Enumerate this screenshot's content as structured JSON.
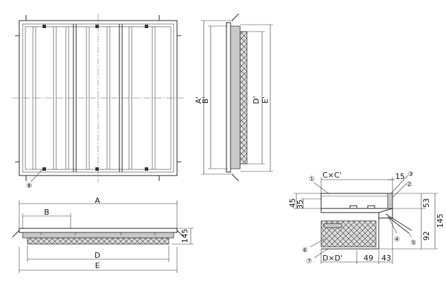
{
  "front_view": {
    "callout_8": "⑧"
  },
  "side_view": {
    "label_A_prime": "A'",
    "label_B_prime": "B'",
    "label_D_prime": "D'",
    "label_E_prime": "E'"
  },
  "bottom_view": {
    "label_A": "A",
    "label_B": "B",
    "label_D": "D",
    "label_E": "E",
    "dim_145": "145"
  },
  "detail": {
    "callouts": [
      "①",
      "②",
      "③",
      "④",
      "⑤",
      "⑥",
      "⑦"
    ],
    "label_CxC": "C×C'",
    "label_DxD": "D×D'",
    "dim_15": "15",
    "dim_45": "45",
    "dim_35": "35",
    "dim_53": "53",
    "dim_92": "92",
    "dim_145": "145",
    "dim_49": "49",
    "dim_43": "43"
  }
}
